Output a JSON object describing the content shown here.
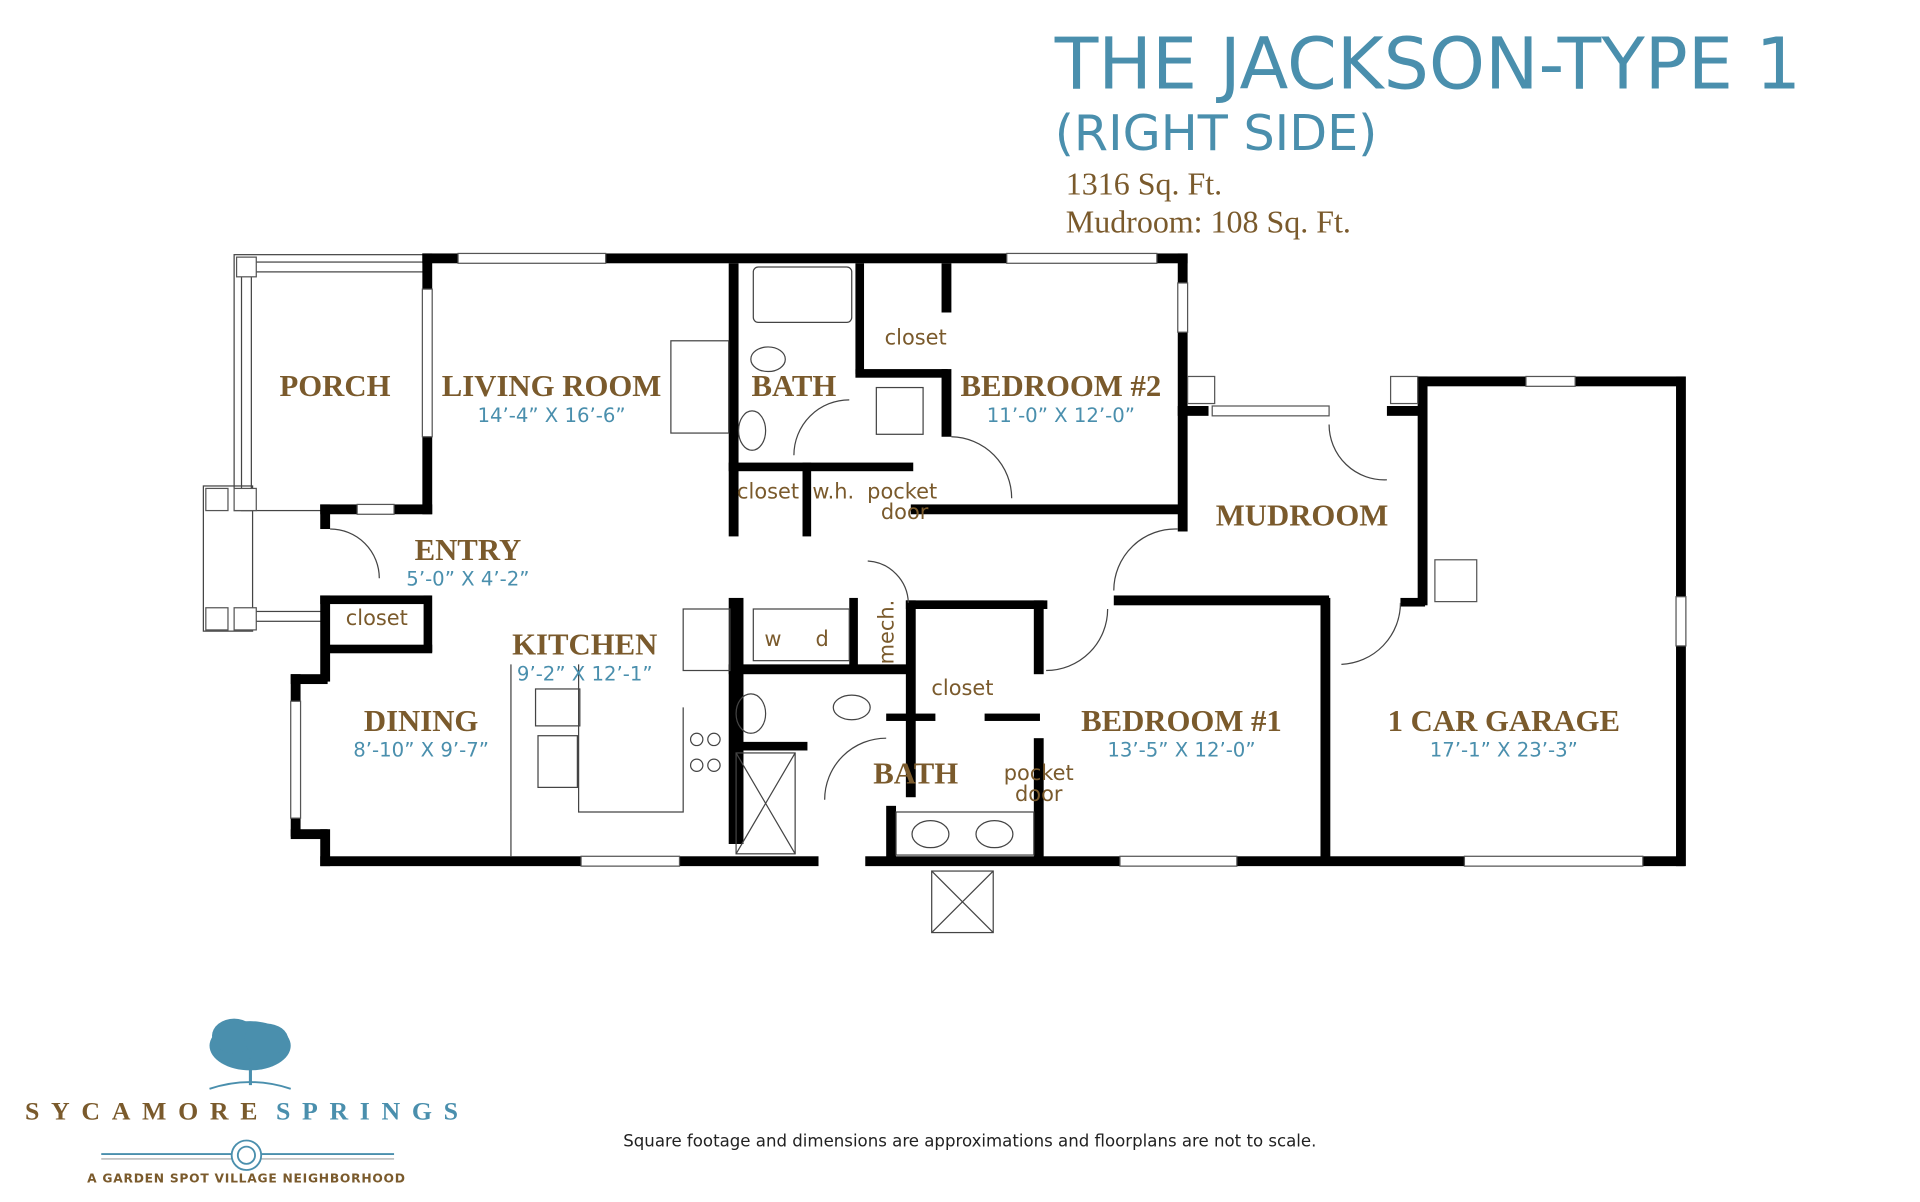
{
  "header": {
    "title": "THE JACKSON-TYPE 1",
    "subtitle": "(RIGHT SIDE)",
    "sqft": "1316 Sq. Ft.",
    "mudroom_sqft": "Mudroom: 108 Sq. Ft."
  },
  "rooms": {
    "porch": {
      "label": "PORCH"
    },
    "living": {
      "label": "LIVING ROOM",
      "dim": "14’-4” X 16’-6”"
    },
    "bath2": {
      "label": "BATH"
    },
    "bedroom2": {
      "label": "BEDROOM #2",
      "dim": "11’-0” X 12’-0”"
    },
    "entry": {
      "label": "ENTRY",
      "dim": "5’-0” X 4’-2”"
    },
    "mudroom": {
      "label": "MUDROOM"
    },
    "kitchen": {
      "label": "KITCHEN",
      "dim": "9’-2” X 12’-1”"
    },
    "dining": {
      "label": "DINING",
      "dim": "8’-10” X 9’-7”"
    },
    "bath1": {
      "label": "BATH"
    },
    "bedroom1": {
      "label": "BEDROOM #1",
      "dim": "13’-5” X 12’-0”"
    },
    "garage": {
      "label": "1 CAR GARAGE",
      "dim": "17’-1” X 23’-3”"
    }
  },
  "labels": {
    "closet": "closet",
    "wh": "w.h.",
    "pocket": "pocket",
    "door": "door",
    "mech": "mech.",
    "washer": "w",
    "dryer": "d"
  },
  "logo": {
    "brand_part1": "SYCAMORE",
    "brand_part2": "SPRINGS",
    "tagline": "A GARDEN SPOT VILLAGE NEIGHBORHOOD"
  },
  "disclaimer": "Square footage and dimensions are approximations and floorplans are not to scale.",
  "colors": {
    "blue": "#4a8fad",
    "brown": "#7a5a2c"
  }
}
